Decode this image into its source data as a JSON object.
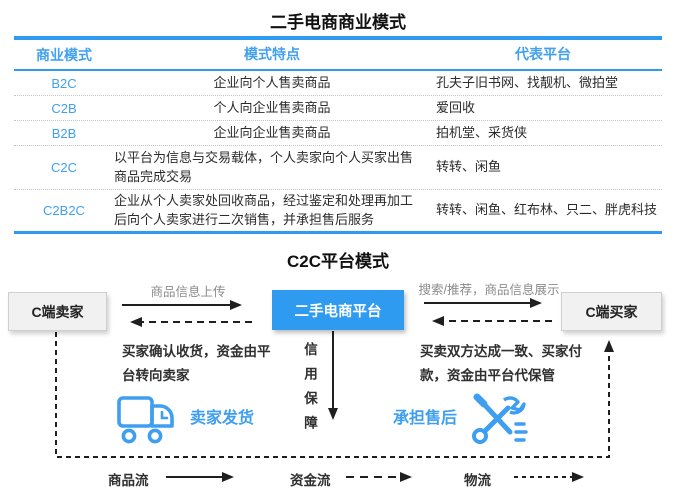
{
  "page": {
    "table_title": "二手电商商业模式",
    "diagram_title": "C2C平台模式"
  },
  "colors": {
    "accent_blue": "#2E9BF0",
    "table_text_blue": "#41A0F0",
    "icon_blue": "#3E9EF0",
    "gray_label": "#8b8b8b",
    "node_gray_bg": "#f1f1f1"
  },
  "table": {
    "headers": [
      "商业模式",
      "模式特点",
      "代表平台"
    ],
    "rows": [
      {
        "model": "B2C",
        "feature": "企业向个人售卖商品",
        "platforms": "孔夫子旧书网、找靓机、微拍堂"
      },
      {
        "model": "C2B",
        "feature": "个人向企业售卖商品",
        "platforms": "爱回收"
      },
      {
        "model": "B2B",
        "feature": "企业向企业售卖商品",
        "platforms": "拍机堂、采货侠"
      },
      {
        "model": "C2C",
        "feature": "以平台为信息与交易载体，个人卖家向个人买家出售商品完成交易",
        "platforms": "转转、闲鱼"
      },
      {
        "model": "C2B2C",
        "feature": "企业从个人卖家处回收商品，经过鉴定和处理再加工后向个人卖家进行二次销售，并承担售后服务",
        "platforms": "转转、闲鱼、红布林、只二、胖虎科技"
      }
    ]
  },
  "diagram": {
    "seller_box": "C端卖家",
    "platform_box": "二手电商平台",
    "buyer_box": "C端买家",
    "upload_label": "商品信息上传",
    "search_label": "搜索/推荐，商品信息展示",
    "left_note": "买家确认收货，资金由平台转向卖家",
    "right_note": "买卖双方达成一致、买家付款，资金由平台代保管",
    "credit_label": "信用保障",
    "ship_label": "卖家发货",
    "aftersale_label": "承担售后",
    "legend": [
      {
        "label": "商品流",
        "style": "solid"
      },
      {
        "label": "资金流",
        "style": "dashed"
      },
      {
        "label": "物流",
        "style": "dotted"
      }
    ]
  }
}
